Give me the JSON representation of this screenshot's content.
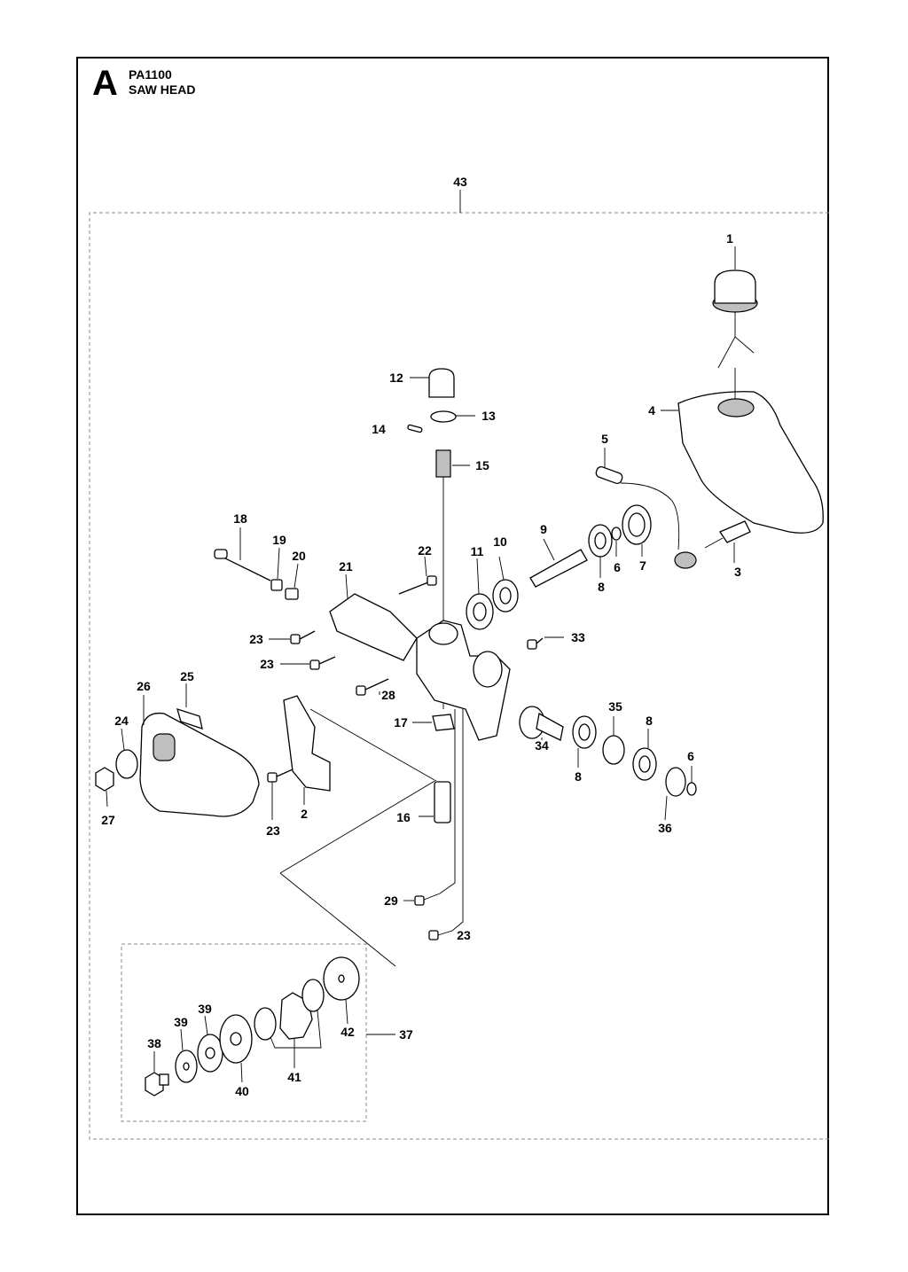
{
  "section": "A",
  "model": "PA1100",
  "title": "SAW HEAD",
  "labels": {
    "p1": "1",
    "p2": "2",
    "p3": "3",
    "p4": "4",
    "p5": "5",
    "p6a": "6",
    "p6b": "6",
    "p7": "7",
    "p8a": "8",
    "p8b": "8",
    "p8c": "8",
    "p9": "9",
    "p10": "10",
    "p11": "11",
    "p12": "12",
    "p13": "13",
    "p14": "14",
    "p15": "15",
    "p16": "16",
    "p17": "17",
    "p18": "18",
    "p19": "19",
    "p20": "20",
    "p21": "21",
    "p22": "22",
    "p23a": "23",
    "p23b": "23",
    "p23c": "23",
    "p23d": "23",
    "p24": "24",
    "p25": "25",
    "p26": "26",
    "p27": "27",
    "p28": "28",
    "p29": "29",
    "p33": "33",
    "p34": "34",
    "p35": "35",
    "p36": "36",
    "p37": "37",
    "p38": "38",
    "p39a": "39",
    "p39b": "39",
    "p40": "40",
    "p41": "41",
    "p42": "42",
    "p43": "43"
  }
}
